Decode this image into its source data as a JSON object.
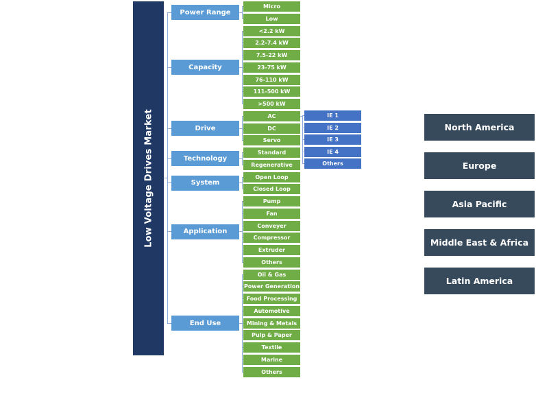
{
  "root": {
    "label": "Low Voltage Drives Market"
  },
  "categories": [
    {
      "id": "power-range",
      "label": "Power Range",
      "items": [
        "Micro",
        "Low"
      ]
    },
    {
      "id": "capacity",
      "label": "Capacity",
      "items": [
        "<2.2 kW",
        "2.2-7.4 kW",
        "7.5-22 kW",
        "23-75 kW",
        "76-110 kW",
        "111-500 kW",
        ">500 kW"
      ]
    },
    {
      "id": "drive",
      "label": "Drive",
      "items": [
        "AC",
        "DC",
        "Servo"
      ],
      "ac_subtypes": [
        "IE 1",
        "IE 2",
        "IE 3",
        "IE 4",
        "Others"
      ]
    },
    {
      "id": "technology",
      "label": "Technology",
      "items": [
        "Standard",
        "Regenerative"
      ]
    },
    {
      "id": "system",
      "label": "System",
      "items": [
        "Open Loop",
        "Closed Loop"
      ]
    },
    {
      "id": "application",
      "label": "Application",
      "items": [
        "Pump",
        "Fan",
        "Conveyer",
        "Compressor",
        "Extruder",
        "Others"
      ]
    },
    {
      "id": "end-use",
      "label": "End Use",
      "items": [
        "Oil & Gas",
        "Power Generation",
        "Food Processing",
        "Automotive",
        "Mining & Metals",
        "Pulp & Paper",
        "Textile",
        "Marine",
        "Others"
      ]
    }
  ],
  "regions": [
    "North America",
    "Europe",
    "Asia Pacific",
    "Middle  East & Africa",
    "Latin America"
  ],
  "colors": {
    "root": "#1f3864",
    "category": "#5b9bd5",
    "leaf": "#70ad47",
    "subtype": "#4472c4",
    "region": "#374a5c",
    "connector": "#8eaadb"
  }
}
